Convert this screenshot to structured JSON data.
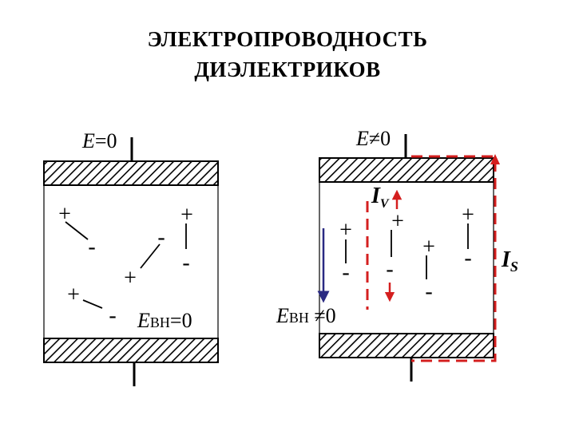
{
  "title": {
    "line1": "ЭЛЕКТРОПРОВОДНОСТЬ",
    "line2": "ДИЭЛЕКТРИКОВ"
  },
  "left_panel": {
    "field_label": {
      "E": "E",
      "rest": "=0"
    },
    "internal_field_label": {
      "E": "E",
      "sub": "ВН",
      "rest": "=0"
    },
    "charges": [
      "+",
      "-",
      "+",
      "-",
      "+",
      "-",
      "+",
      "-"
    ]
  },
  "right_panel": {
    "field_label": {
      "E": "E",
      "rest": "≠0"
    },
    "internal_field_label": {
      "E": "E",
      "sub": "ВН",
      "rest": " ≠0"
    },
    "volume_current_label": {
      "I": "I",
      "sub": "V"
    },
    "surface_current_label": {
      "I": "I",
      "sub": "S"
    },
    "charges": [
      "+",
      "-",
      "+",
      "-",
      "+",
      "-",
      "+",
      "-"
    ]
  },
  "colors": {
    "accent_red": "#d41f1f",
    "field_arrow": "#2a2a82",
    "plate_hatch": "#000000"
  }
}
